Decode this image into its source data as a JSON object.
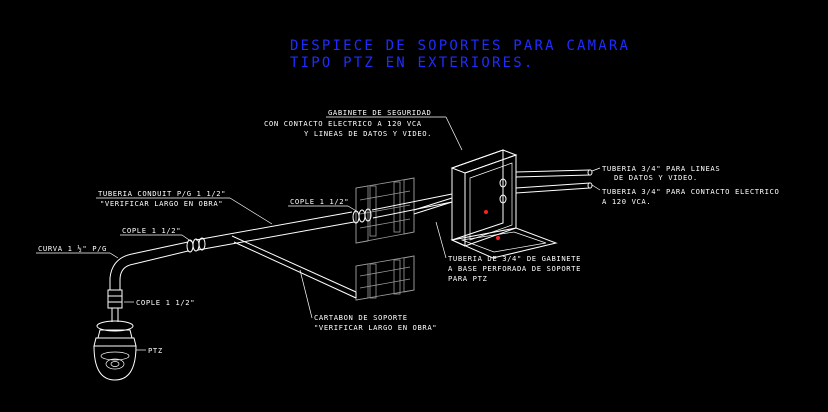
{
  "title": {
    "line1": "DESPIECE DE SOPORTES PARA CAMARA",
    "line2": "TIPO PTZ EN EXTERIORES.",
    "color": "#1f2cff"
  },
  "labels": {
    "gabinete_1": "GABINETE DE SEGURIDAD",
    "gabinete_2": "CON CONTACTO ELECTRICO A 120 VCA",
    "gabinete_3": "Y LINEAS DE DATOS Y VIDEO.",
    "tuberia_datos_1": "TUBERIA 3/4\" PARA LINEAS",
    "tuberia_datos_2": "DE DATOS Y VIDEO.",
    "tuberia_contacto_1": "TUBERIA 3/4\" PARA CONTACTO ELECTRICO",
    "tuberia_contacto_2": "A 120 VCA.",
    "conduit_1": "TUBERIA CONDUIT P/G 1 1/2\"",
    "conduit_2": "\"VERIFICAR LARGO EN OBRA\"",
    "cople_top": "COPLE 1 1/2\"",
    "cople_mid": "COPLE 1 1/2\"",
    "curva": "CURVA 1 ½\" P/G",
    "cople_low": "COPLE 1 1/2\"",
    "ptz": "PTZ",
    "base_1": "TUBERIA DE 3/4\" DE GABINETE",
    "base_2": "A BASE PERFORADA DE SOPORTE",
    "base_3": "PARA PTZ",
    "cartabon_1": "CARTABON DE SOPORTE",
    "cartabon_2": "\"VERIFICAR LARGO EN OBRA\""
  },
  "colors": {
    "background": "#000000",
    "lines": "#ffffff",
    "accent_red": "#ff2020"
  }
}
